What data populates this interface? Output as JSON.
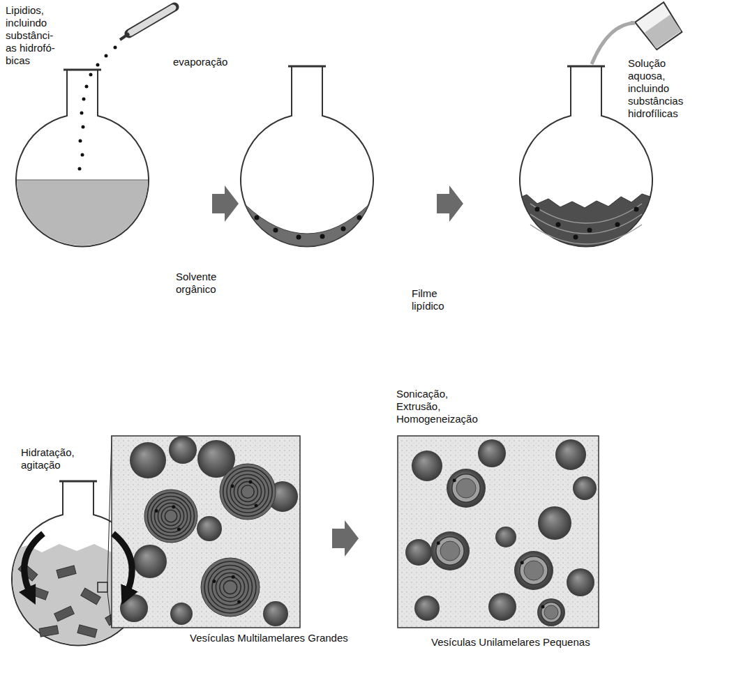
{
  "diagram": {
    "labels": [
      "Lipidios, incluindo substânci- as hidrofó- bicas",
      "evaporação",
      "Solvente orgânico",
      "Filme lipídico",
      "Solução aquosa, incluindo substâncias hidrofílicas",
      "Hidratação, agitação",
      "Sonicação, Extrusão, Homogeneização",
      "Vesículas Multilamelares Grandes",
      "Vesículas Unilamelares Pequenas"
    ]
  }
}
